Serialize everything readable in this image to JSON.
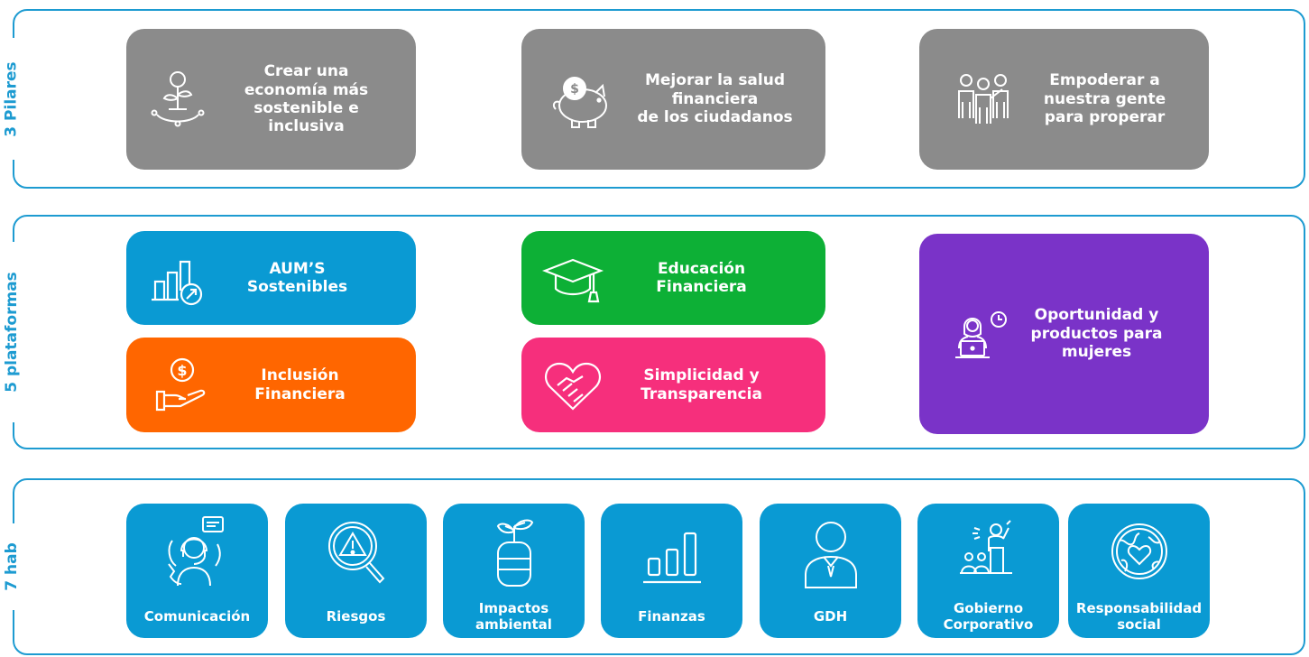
{
  "sections": {
    "pilares": "3 Pilares",
    "plataformas": "5 plataformas",
    "habs": "7 hab"
  },
  "pillars": [
    {
      "label": "Crear una\neconomía más\nsostenible e\ninclusiva",
      "icon": "plant-coin-icon"
    },
    {
      "label": "Mejorar la salud\nfinanciera\nde los ciudadanos",
      "icon": "piggy-bank-icon"
    },
    {
      "label": "Empoderar a\nnuestra gente\npara properar",
      "icon": "team-icon"
    }
  ],
  "platforms": [
    {
      "label": "AUM’S\nSostenibles",
      "color": "#0a9ad3",
      "icon": "growth-chart-icon"
    },
    {
      "label": "Educación\nFinanciera",
      "color": "#0db036",
      "icon": "graduation-cap-icon"
    },
    {
      "label": "Oportunidad y\nproductos para\nmujeres",
      "color": "#7a33c8",
      "icon": "woman-laptop-icon"
    },
    {
      "label": "Inclusión\nFinanciera",
      "color": "#ff6600",
      "icon": "hand-coin-icon"
    },
    {
      "label": "Simplicidad y\nTransparencia",
      "color": "#f62f7c",
      "icon": "handshake-heart-icon"
    }
  ],
  "habs": [
    {
      "label": "Comunicación",
      "icon": "call-agent-icon"
    },
    {
      "label": "Riesgos",
      "icon": "risk-magnifier-icon"
    },
    {
      "label": "Impactos\nambiental",
      "icon": "plant-pot-icon"
    },
    {
      "label": "Finanzas",
      "icon": "bar-chart-icon"
    },
    {
      "label": "GDH",
      "icon": "person-tie-icon"
    },
    {
      "label": "Gobierno\nCorporativo",
      "icon": "speaker-audience-icon"
    },
    {
      "label": "Responsabilidad\nsocial",
      "icon": "globe-heart-icon"
    }
  ],
  "colors": {
    "border": "#1d9bd1",
    "pillar": "#8b8b8b",
    "hab": "#0a9ad3"
  }
}
